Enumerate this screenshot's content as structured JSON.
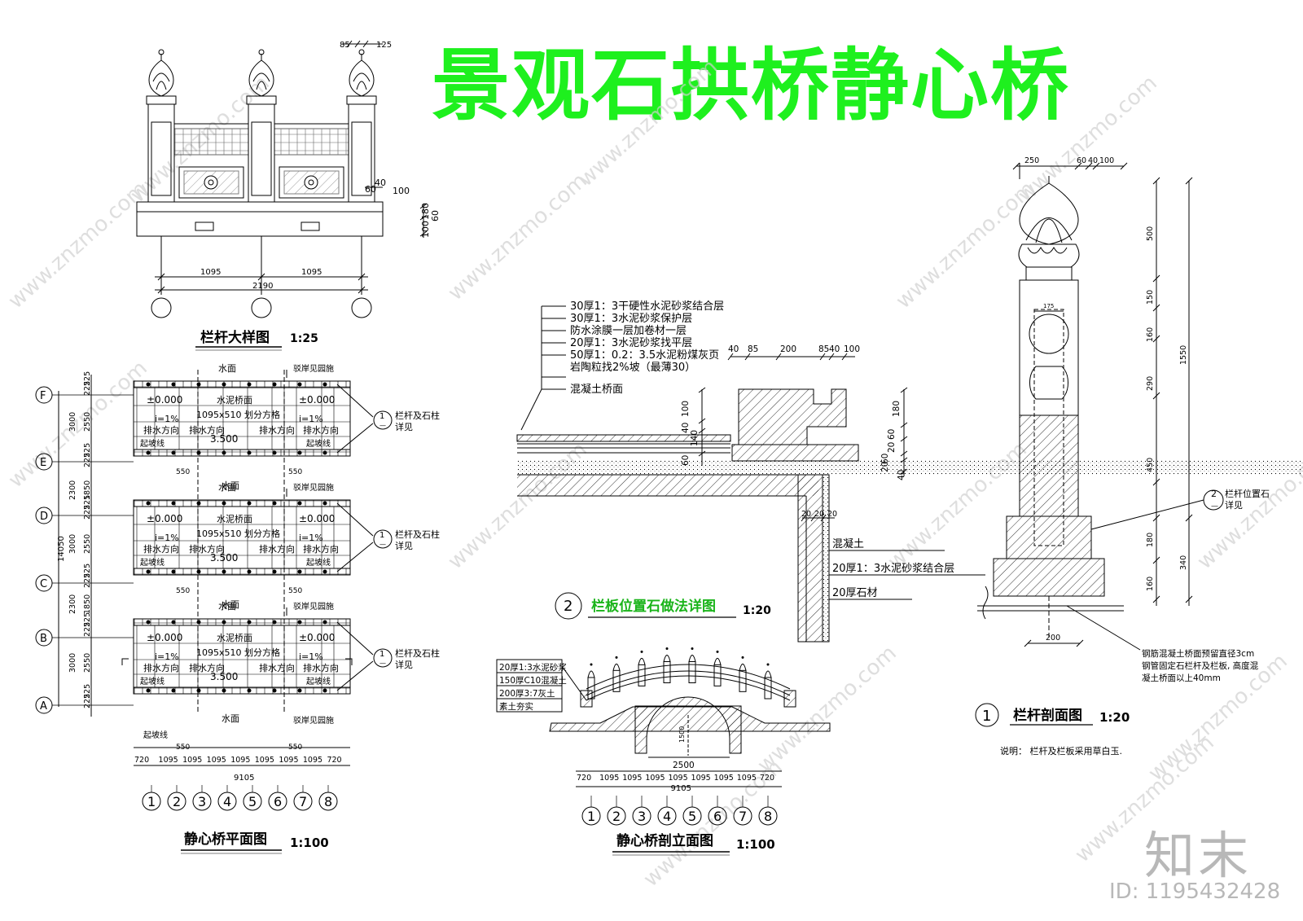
{
  "title": "景观石拱桥静心桥",
  "watermark": {
    "site": "www.znzmo.com",
    "logo": "知末",
    "id": "ID: 1195432428"
  },
  "railing_detail": {
    "title": "栏杆大样图",
    "scale": "1:25",
    "dims": {
      "top_a": "85",
      "top_b": "125",
      "d40": "40",
      "d60": "60",
      "d100": "100",
      "v100": "100",
      "v180": "180",
      "v60": "60",
      "span1": "1095",
      "span2": "1095",
      "total": "2190"
    }
  },
  "plan": {
    "title": "静心桥平面图",
    "scale": "1:100",
    "axes": [
      "F",
      "E",
      "D",
      "C",
      "B",
      "A"
    ],
    "blocks": [
      {
        "water": "水面",
        "revetment": "驳岸见园施",
        "elev_left": "±0.000",
        "elev_right": "±0.000",
        "surface": "水泥桥面",
        "grid": "1095x510 划分方格",
        "slope_l": "i=1%",
        "slope_r": "i=1%",
        "drain": "排水方向",
        "kerb": "起坡线",
        "elev_mid": "3.500",
        "callout_text": "栏杆及石柱",
        "callout_sub": "详见",
        "callout_num": "1",
        "callout_dash": "—"
      },
      {
        "water": "水面",
        "revetment": "驳岸见园施",
        "elev_left": "±0.000",
        "elev_right": "±0.000",
        "surface": "水泥桥面",
        "grid": "1095x510 划分方格",
        "slope_l": "i=1%",
        "slope_r": "i=1%",
        "drain": "排水方向",
        "kerb": "起坡线",
        "elev_mid": "3.500",
        "callout_text": "栏杆及石柱",
        "callout_sub": "详见",
        "callout_num": "1",
        "callout_dash": "—"
      },
      {
        "water": "水面",
        "revetment": "驳岸见园施",
        "elev_left": "±0.000",
        "elev_right": "±0.000",
        "surface": "水泥桥面",
        "grid": "1095x510 划分方格",
        "slope_l": "i=1%",
        "slope_r": "i=1%",
        "drain": "排水方向",
        "kerb": "起坡线",
        "elev_mid": "3.500",
        "callout_text": "栏杆及石柱",
        "callout_sub": "详见",
        "callout_num": "1",
        "callout_dash": "—"
      }
    ],
    "gap_water": "水面",
    "bottom_water": "水面",
    "bottom_revetment": "驳岸见园施",
    "bottom_kerb": "起坡线",
    "small_dim": "550",
    "left_dims": [
      "225",
      "225",
      "3000",
      "2550",
      "225",
      "225",
      "2300",
      "1850",
      "225",
      "225",
      "3000",
      "2550",
      "225",
      "225",
      "2300",
      "1850",
      "225",
      "225",
      "3000",
      "2550",
      "225",
      "225"
    ],
    "total_height": "14050",
    "bottom_dims": [
      "720",
      "1095",
      "1095",
      "1095",
      "1095",
      "1095",
      "1095",
      "1095",
      "720"
    ],
    "total_width": "9105",
    "grid_labels": [
      "1",
      "2",
      "3",
      "4",
      "5",
      "6",
      "7",
      "8"
    ]
  },
  "detail2": {
    "title": "栏板位置石做法详图",
    "scale": "1:20",
    "num": "2",
    "layers": [
      "30厚1：3干硬性水泥砂浆结合层",
      "30厚1：3水泥砂浆保护层",
      "防水涂膜一层加卷材一层",
      "20厚1：3水泥砂浆找平层",
      "50厚1：0.2：3.5水泥粉煤灰页",
      "岩陶粒找2%坡（最薄30）",
      "混凝土桥面"
    ],
    "top_dims": [
      "40",
      "85",
      "200",
      "85",
      "40",
      "100"
    ],
    "left_dims": [
      "100",
      "40",
      "140",
      "60"
    ],
    "right_dims": [
      "180",
      "60",
      "20",
      "60",
      "20",
      "40"
    ],
    "bottom_dims": [
      "20",
      "20",
      "20"
    ],
    "labels": [
      "混凝土",
      "20厚1：3水泥砂浆结合层",
      "20厚石材"
    ]
  },
  "section": {
    "title": "静心桥剖立面图",
    "scale": "1:100",
    "layers": [
      "20厚1:3水泥砂浆",
      "150厚C10混凝土",
      "200厚3:7灰土",
      "素土夯实"
    ],
    "arch_height": "1500",
    "arch_width": "2500",
    "bottom_dims": [
      "720",
      "1095",
      "1095",
      "1095",
      "1095",
      "1095",
      "1095",
      "1095",
      "720"
    ],
    "total_width": "9105",
    "grid_labels": [
      "1",
      "2",
      "3",
      "4",
      "5",
      "6",
      "7",
      "8"
    ]
  },
  "detail1": {
    "title": "栏杆剖面图",
    "scale": "1:20",
    "num": "1",
    "top_dims": [
      "250",
      "60",
      "40",
      "100"
    ],
    "inner_dim": "175",
    "base_dim": "200",
    "right_dims": [
      "500",
      "150",
      "160",
      "290",
      "450",
      "180",
      "160"
    ],
    "total": "1550",
    "lower_total": "340",
    "callout_text": "栏杆位置石",
    "callout_sub": "详见",
    "callout_num": "2",
    "callout_dash": "—",
    "note_lines": [
      "钢筋混凝土桥面预留直径3cm",
      "钢管固定石栏杆及栏板, 高度混",
      "凝土桥面以上40mm"
    ],
    "explain": "说明：  栏杆及栏板采用草白玉."
  }
}
